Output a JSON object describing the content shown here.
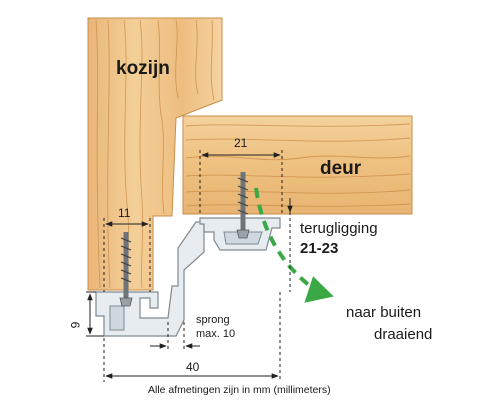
{
  "labels": {
    "kozijn": "kozijn",
    "deur": "deur",
    "terugligging_line1": "terugligging",
    "terugligging_line2": "21-23",
    "sprong_line1": "sprong",
    "sprong_line2": "max. 10",
    "naar_buiten_line1": "naar buiten",
    "naar_buiten_line2": "draaiend",
    "caption": "Alle afmetingen zijn in mm (millimeters)"
  },
  "dimensions": {
    "door_profile_width": "21",
    "frame_profile_width": "11",
    "profile_height": "9",
    "total_width": "40"
  },
  "colors": {
    "wood_light": "#f0c88e",
    "wood_dark": "#d9964a",
    "aluminium": "#e6ecf0",
    "arrow_green": "#3aa845"
  }
}
